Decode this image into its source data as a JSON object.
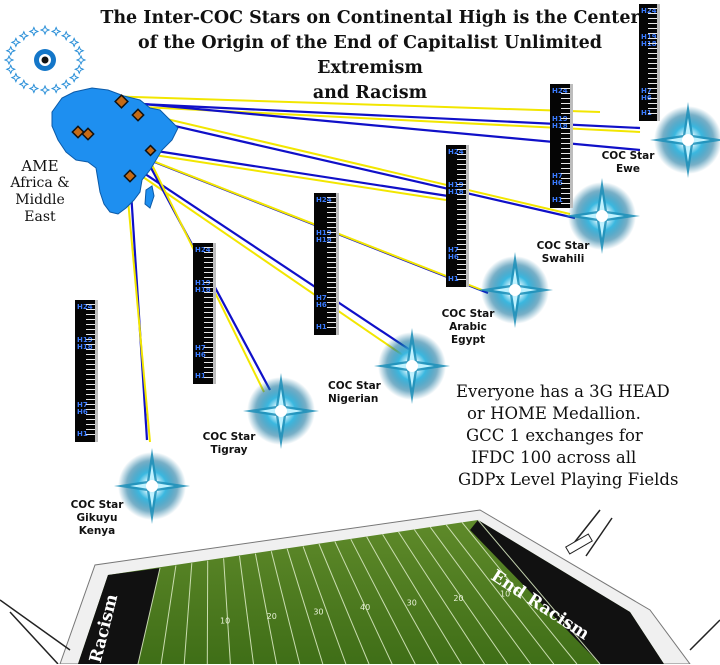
{
  "title": {
    "line1": "The Inter-COC Stars on Continental High is the Center",
    "line2": "of the Origin of the End of Capitalist Unlimited Extremism",
    "line3": "and Racism"
  },
  "region": {
    "line1": "AME",
    "line2": "Africa &",
    "line3": "Middle East"
  },
  "stars": [
    {
      "line1": "COC Star",
      "line2": "Ewe",
      "line3": ""
    },
    {
      "line1": "COC Star",
      "line2": "Swahili",
      "line3": ""
    },
    {
      "line1": "COC Star",
      "line2": "Arabic",
      "line3": "Egypt"
    },
    {
      "line1": "COC Star",
      "line2": "Nigerian",
      "line3": ""
    },
    {
      "line1": "COC Star",
      "line2": "Tigray",
      "line3": ""
    },
    {
      "line1": "COC Star",
      "line2": "Gikuyu",
      "line3": "Kenya"
    }
  ],
  "ruler_labels": {
    "top": "H24",
    "upper1": "H19",
    "upper2": "H18",
    "mid1": "H7",
    "mid2": "H6",
    "bottom": "H1"
  },
  "note": {
    "line1": "Everyone has a 3G HEAD",
    "line2": "or HOME Medallion.",
    "line3": "GCC 1 exchanges for",
    "line4": "IFDC 100 across all",
    "line5": "GDPx Level Playing Fields"
  },
  "field": {
    "end_right": "End Racism",
    "end_left": "Racism",
    "yard_numbers": [
      "10",
      "20",
      "30",
      "40",
      "30",
      "20",
      "10"
    ]
  },
  "colors": {
    "line_blue": "#1010c8",
    "line_yellow": "#f2e600",
    "africa": "#1e8ff0",
    "field": "#4b7a1e",
    "endzone": "#111111",
    "star_glow": "#2aa9d8"
  }
}
